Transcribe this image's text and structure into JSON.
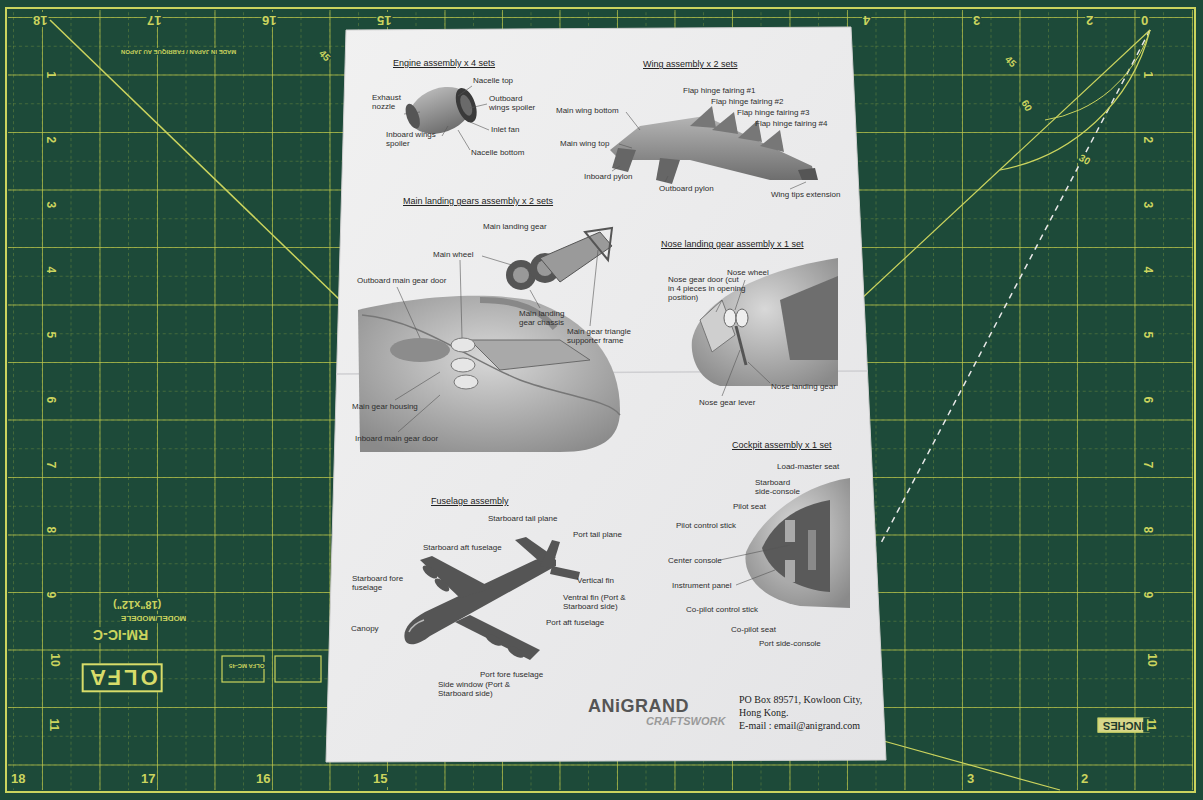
{
  "diagram": {
    "labels": [
      "Engine assembly x 4 sets",
      "Wing assembly x 2 sets",
      "Nacelle top",
      "Exhaust nozzle",
      "Outboard wings spoiler",
      "Inlet fan",
      "Inboard wings spoiler",
      "Nacelle bottom",
      "Flap hinge fairing #1",
      "Flap hinge fairing #2",
      "Flap hinge fairing #3",
      "Flap hinge fairing #4",
      "Main wing bottom",
      "Main wing top",
      "Inboard pylon",
      "Outboard pylon",
      "Wing tips extension",
      "Main landing gears assembly x 2 sets",
      "Main landing gear",
      "Main wheel",
      "Outboard main gear door",
      "Main landing gear chassis",
      "Main gear triangle supporter frame",
      "Main gear housing",
      "Inboard main gear door",
      "Nose landing gear assembly x 1 set",
      "Nose gear door (cut in 4 pieces in opening position)",
      "Nose wheel",
      "Nose landing gear",
      "Nose gear lever",
      "Cockpit assembly x 1 set",
      "Load-master seat",
      "Starboard side-console",
      "Pilot seat",
      "Pilot control stick",
      "Center console",
      "Instrument panel",
      "Co-pilot control stick",
      "Co-pilot seat",
      "Port side-console",
      "Fuselage assembly",
      "Starboard tail plane",
      "Port tail plane",
      "Starboard aft fuselage",
      "Vertical fin",
      "Starboard fore fuselage",
      "Ventral fin (Port & Starboard side)",
      "Port aft fuselage",
      "Canopy",
      "Port fore fuselage",
      "Side window (Port & Starboard side)",
      "ANiGRAND",
      "CRAFTSWORK",
      "PO Box 89571, Kowloon City,",
      "Hong Kong.",
      "E-mail : email@anigrand.com",
      "MADE IN JAPAN / FABRIQUE AU JAPON",
      "OLFA",
      "RM-IC-C",
      "MODEL/MODELE",
      "(18\"x12\")",
      "OLFA MC-45",
      "INCHES",
      "18",
      "17",
      "16",
      "15",
      "4",
      "3",
      "2",
      "0",
      "18",
      "17",
      "16",
      "15",
      "3",
      "2",
      "1",
      "2",
      "3",
      "4",
      "5",
      "6",
      "7",
      "8",
      "9",
      "10",
      "11",
      "1",
      "2",
      "3",
      "4",
      "5",
      "6",
      "7",
      "8",
      "9",
      "10",
      "11",
      "45",
      "60",
      "30",
      "45"
    ]
  }
}
